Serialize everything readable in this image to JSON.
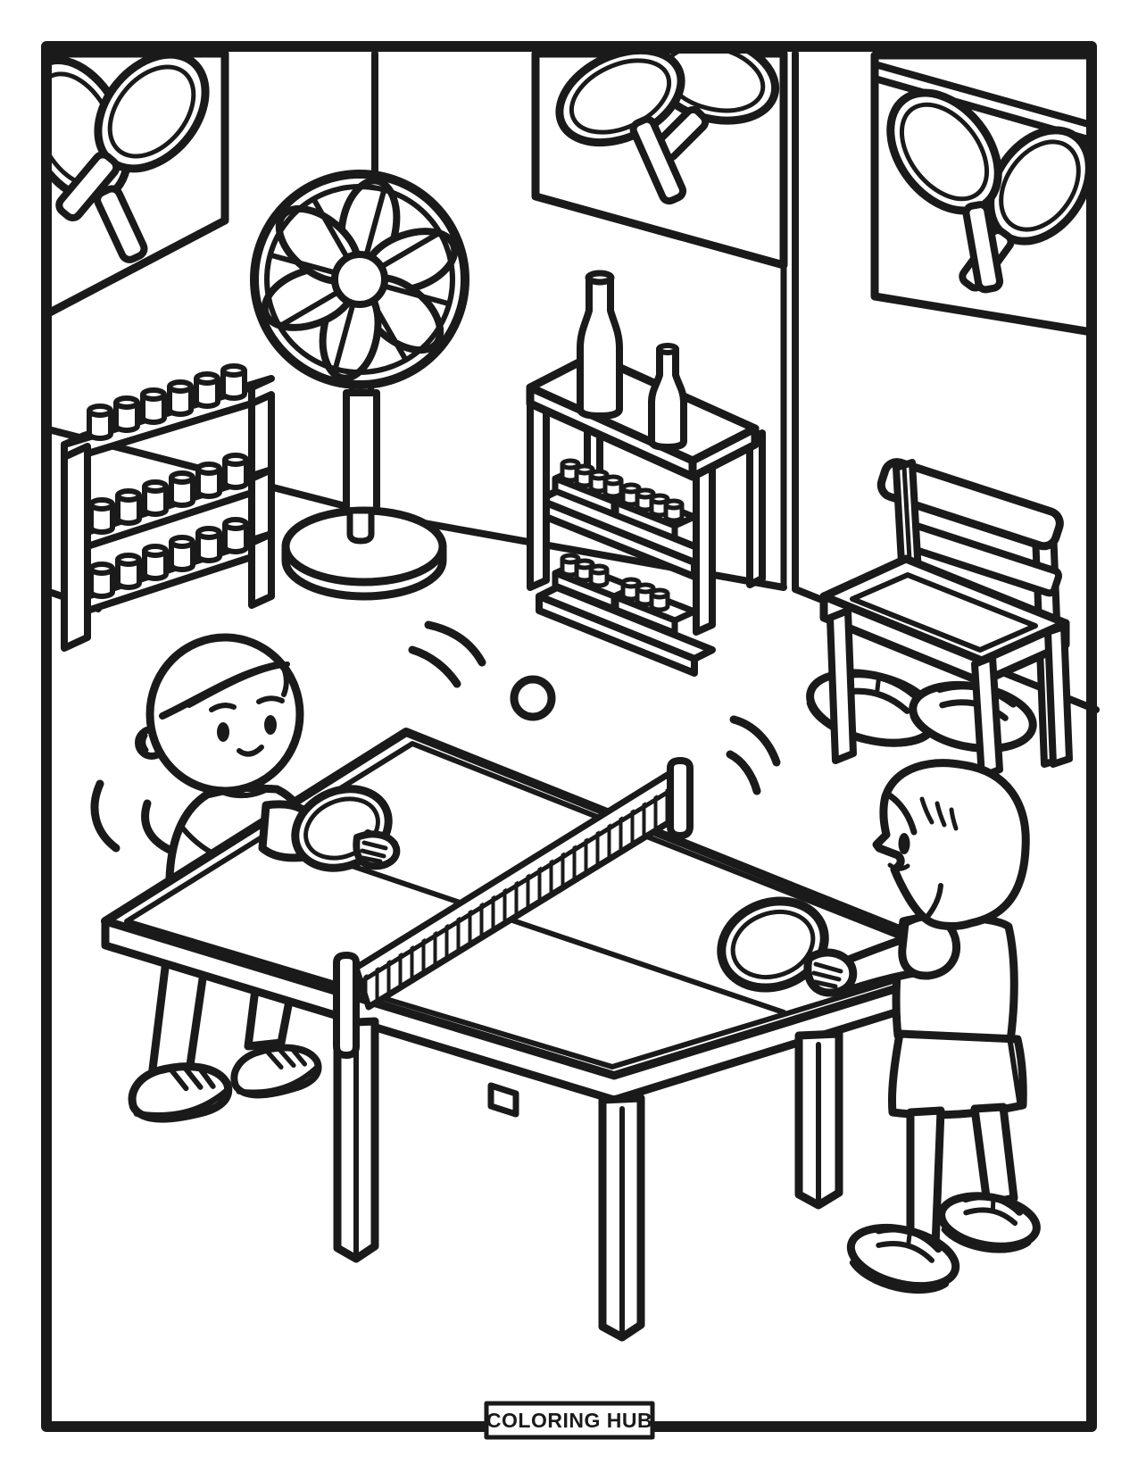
{
  "page": {
    "kind_label": "coloring page",
    "footer_label": "COLORING HUB",
    "background_color": "#ffffff",
    "line_color": "#1a1a1a"
  },
  "scene": {
    "setting": "children playing table tennis in a game room",
    "objects": [
      {
        "name": "wall-poster-left",
        "label": "poster with two crossed ping pong paddles"
      },
      {
        "name": "wall-poster-middle",
        "label": "poster with two hanging ping pong paddles"
      },
      {
        "name": "wall-poster-right",
        "label": "poster with banner and two crossed paddles"
      },
      {
        "name": "standing-fan",
        "label": "pedestal fan with flower shaped blades"
      },
      {
        "name": "cup-rack",
        "label": "rack with three rows of six cups"
      },
      {
        "name": "bottle-shelf",
        "label": "shelf with two bottles and trays of cups"
      },
      {
        "name": "chair",
        "label": "wooden chair"
      },
      {
        "name": "slippers",
        "label": "two pairs of slippers under the chair"
      },
      {
        "name": "ping-pong-table",
        "label": "table tennis table with net"
      },
      {
        "name": "ball",
        "label": "ping pong ball in the air"
      },
      {
        "name": "boy-player",
        "label": "boy holding a paddle on the left"
      },
      {
        "name": "girl-player",
        "label": "girl holding a paddle on the right"
      },
      {
        "name": "motion-arcs",
        "label": "motion lines around ball and players"
      }
    ]
  }
}
